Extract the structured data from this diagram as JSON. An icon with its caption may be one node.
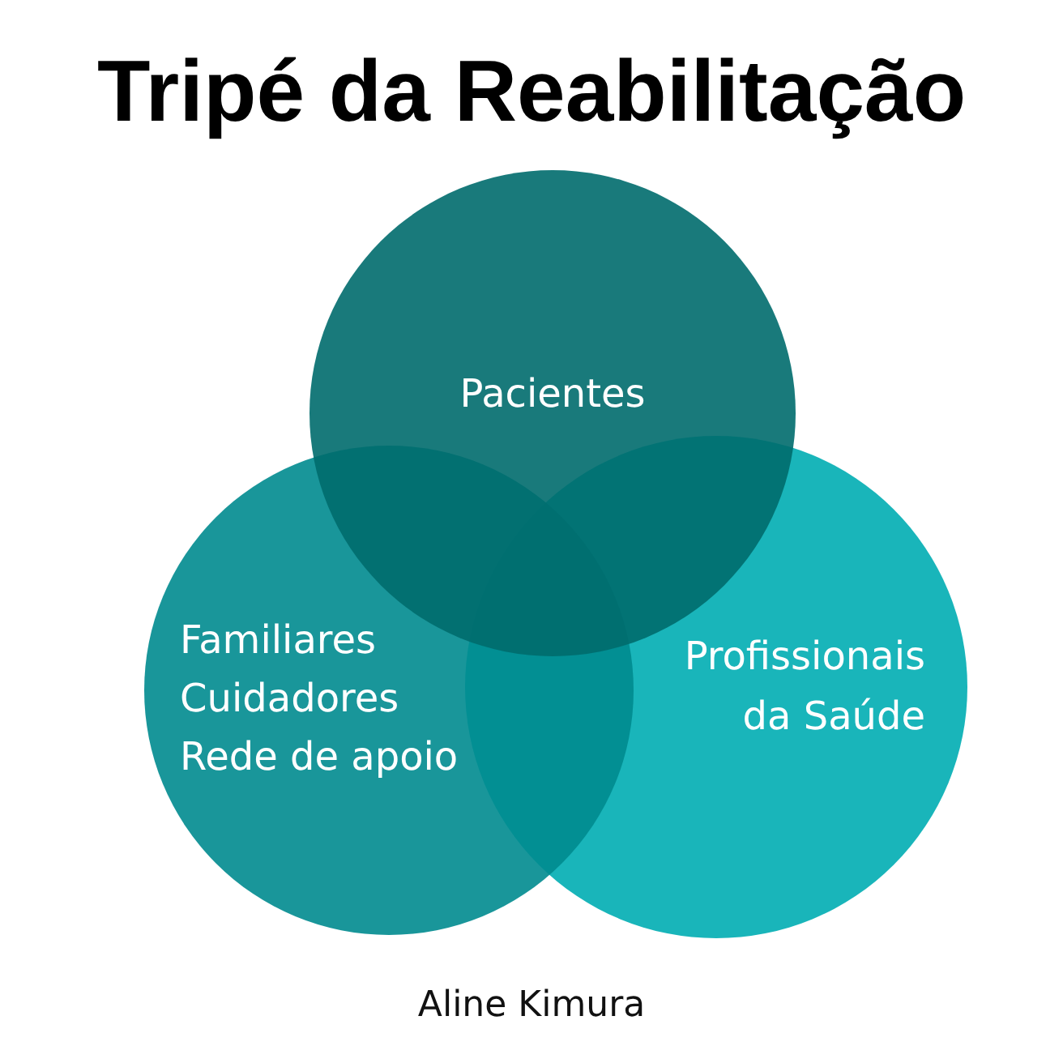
{
  "diagram": {
    "title": "Tripé da Reabilitação",
    "nodes": [
      {
        "text": [
          "Pacientes"
        ]
      },
      {
        "text": [
          "Familiares",
          "Cuidadores",
          "Rede de apoio"
        ]
      },
      {
        "text": [
          "Profissionais da Saúde"
        ]
      }
    ],
    "caption": "Aline Kimura"
  }
}
